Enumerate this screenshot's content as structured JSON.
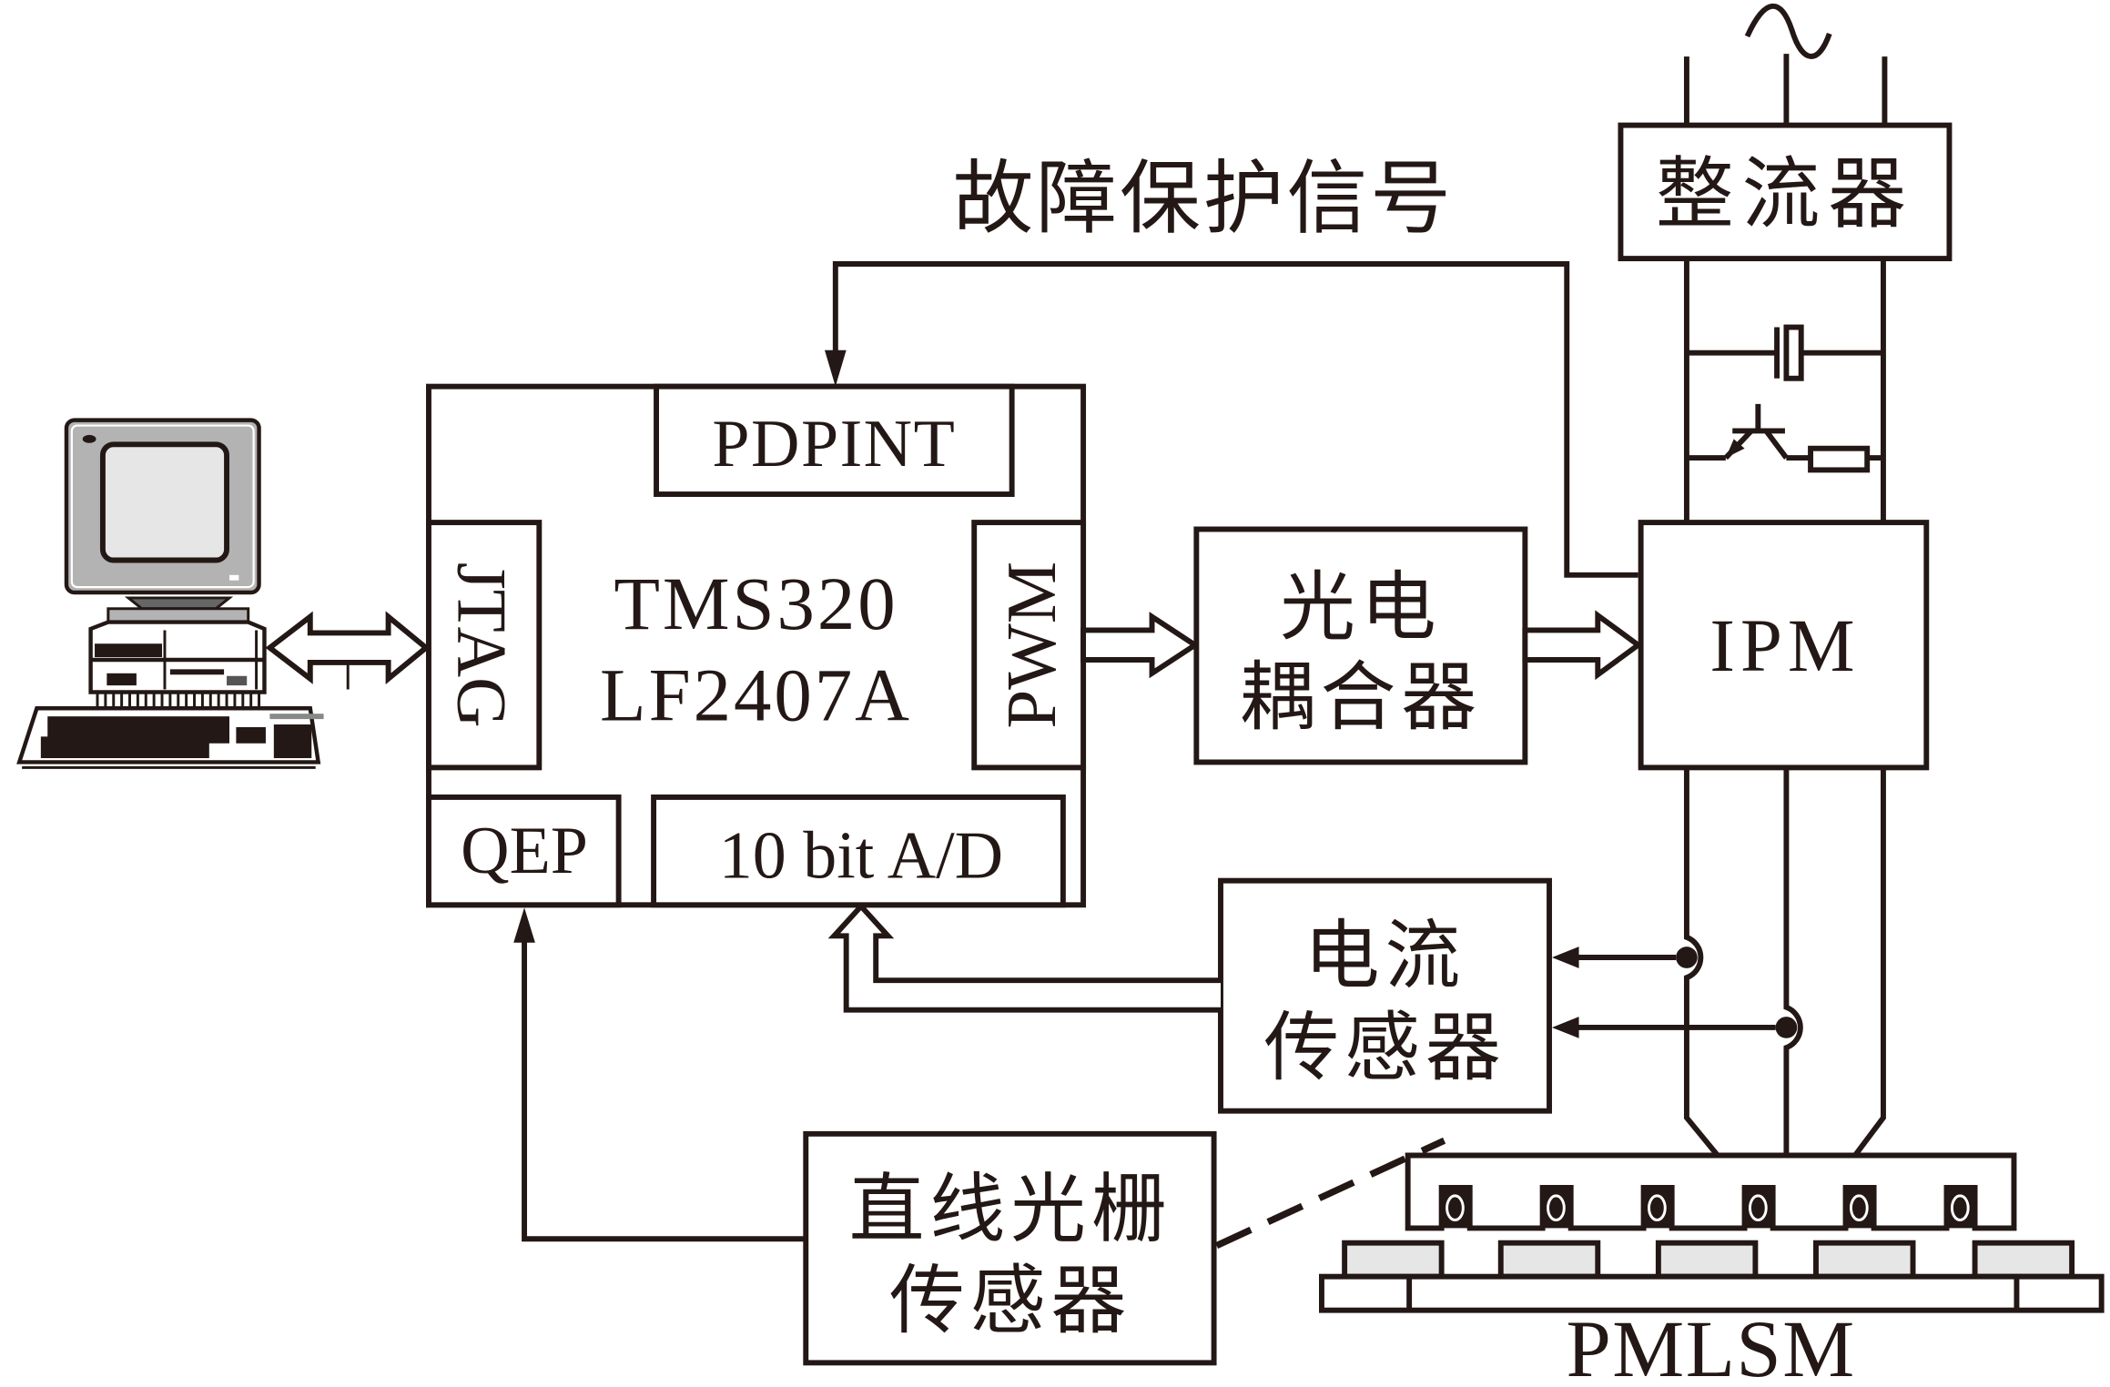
{
  "diagram": {
    "type": "block-diagram",
    "colors": {
      "line": "#231815",
      "background": "#ffffff",
      "screen": "#e6e6e6",
      "monitor_bezel": "#b3b3b3",
      "magnet": "#e6e6e6"
    },
    "fault_signal_label": "故障保护信号",
    "dsp": {
      "name_line1": "TMS320",
      "name_line2": "LF2407A",
      "ports": {
        "pdpint": "PDPINT",
        "jtag": "JTAG",
        "pwm": "PWM",
        "qep": "QEP",
        "adc": "10 bit A/D"
      }
    },
    "optocoupler": {
      "line1": "光电",
      "line2": "耦合器"
    },
    "rectifier": {
      "label": "整流器",
      "ac_symbol": "~"
    },
    "ipm": {
      "label": "IPM"
    },
    "current_sensor": {
      "line1": "电流",
      "line2": "传感器"
    },
    "grating_sensor": {
      "line1": "直线光栅",
      "line2": "传感器"
    },
    "motor": {
      "label": "PMLSM"
    },
    "pc": {
      "icon": "computer-icon"
    }
  }
}
